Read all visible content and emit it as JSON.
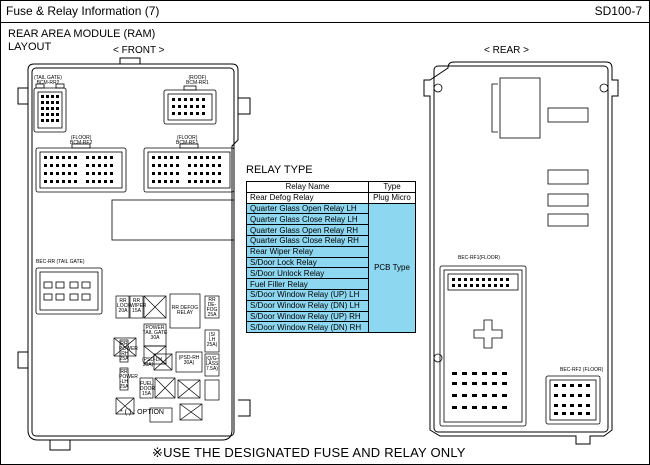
{
  "header": {
    "title": "Fuse & Relay Information (7)",
    "code": "SD100-7"
  },
  "module": {
    "title_line1": "REAR AREA MODULE (RAM)",
    "title_line2": "LAYOUT",
    "front_label": "< FRONT >",
    "rear_label": "< REAR >"
  },
  "connectors": {
    "tailgate": {
      "line1": "(TAIL GATE)",
      "line2": "BCM-RR2"
    },
    "roof": {
      "line1": "(ROOF)",
      "line2": "BCM-RR1"
    },
    "floor_rf2": {
      "line1": "(FLOOR)",
      "line2": "BCM-RF2"
    },
    "floor_rf1": {
      "line1": "(FLOOR)",
      "line2": "BCM-RF1"
    },
    "bec_rr": "BEC-RR (TAIL GATE)",
    "bec_rf1": "BEC-RF1(FLOOR)",
    "bec_rf2": "BEC-RF2 (FLOOR)"
  },
  "fuses": {
    "rr_lock": [
      "RR",
      "LOCK",
      "20A"
    ],
    "rr_wiper": [
      "RR",
      "WIPER",
      "15A"
    ],
    "rr_defog_relay": [
      "RR DEFOG",
      "RELAY"
    ],
    "rr_defog_fuse": [
      "RR",
      "DE-",
      "FOG",
      "25A"
    ],
    "power_tailgate": [
      "POWER",
      "TAIL GATE",
      "30A"
    ],
    "s_lh": [
      "(S/",
      "LH",
      "25A)"
    ],
    "rr_power_rh": [
      "RR",
      "POWER",
      "-RH",
      "25A"
    ],
    "pdc_rh": [
      "(PSD-RH",
      "30A)"
    ],
    "pdc_lh": [
      "(PSD-LH",
      "30A)"
    ],
    "qglass": [
      "(Q/G-",
      "LASS",
      "7.5A)"
    ],
    "rr_power_lh": [
      "RR",
      "POWER",
      "-LH",
      "25A"
    ],
    "fuel_door": [
      "FUEL",
      "DOOR",
      "15A"
    ]
  },
  "option_note": "* ( ) : OPTION",
  "relay_table": {
    "title": "RELAY TYPE",
    "col_name": "Relay Name",
    "col_type": "Type",
    "rows": [
      "Rear Defog Relay",
      "Quarter Glass Open Relay LH",
      "Quarter Glass Close Relay LH",
      "Quarter Glass Open Relay RH",
      "Quarter Glass Close Relay RH",
      "Rear Wiper Relay",
      "S/Door Lock Relay",
      "S/Door Unlock Relay",
      "Fuel Filler Relay",
      "S/Door Window Relay (UP) LH",
      "S/Door Window Relay (DN) LH",
      "S/Door Window Relay (UP) RH",
      "S/Door Window Relay (DN) RH"
    ],
    "type_first": "Plug Micro",
    "type_rest": "PCB Type"
  },
  "footer": "※USE THE DESIGNATED FUSE AND RELAY ONLY",
  "colors": {
    "highlight": "#8ed7f0"
  }
}
